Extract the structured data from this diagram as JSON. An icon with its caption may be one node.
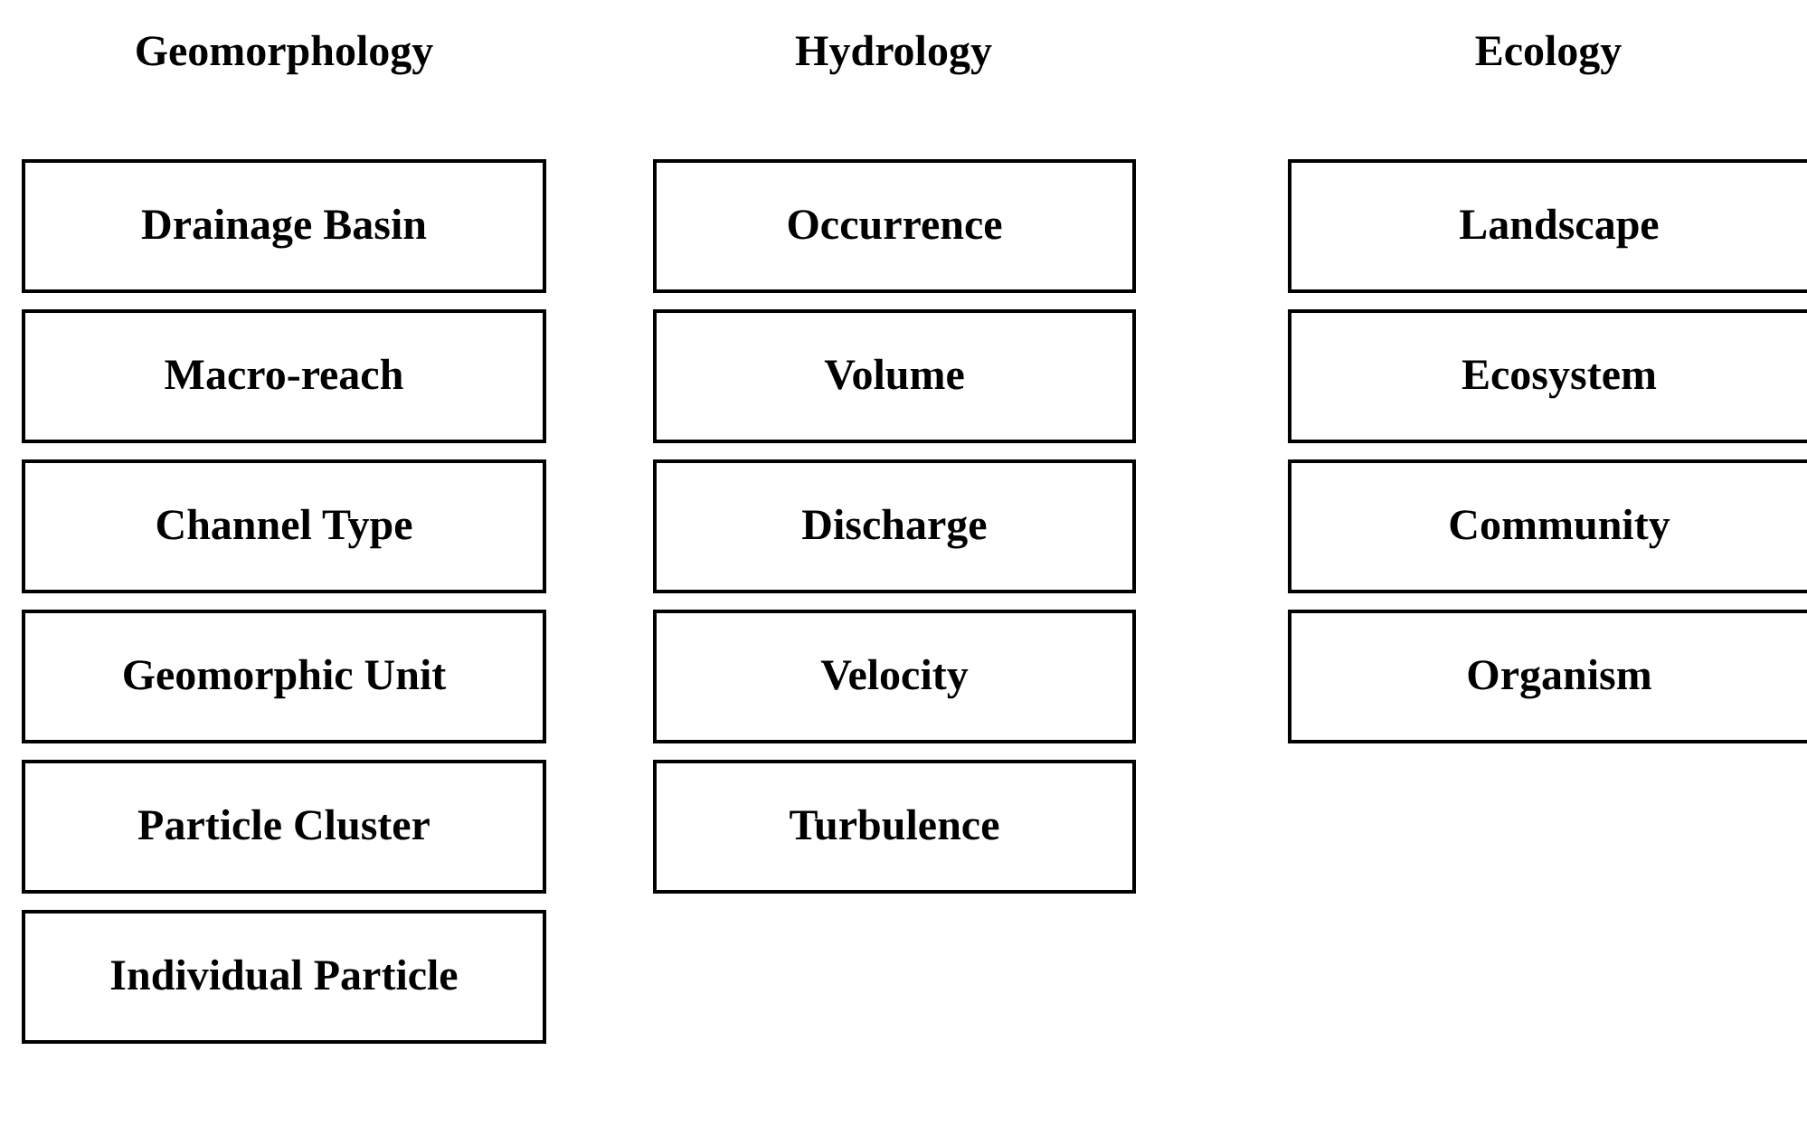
{
  "diagram": {
    "nodes": [
      {
        "text": [
          "Drainage Basin"
        ]
      },
      {
        "text": [
          "Macro-reach"
        ]
      },
      {
        "text": [
          "Channel Type"
        ]
      },
      {
        "text": [
          "Geomorphic Unit"
        ]
      },
      {
        "text": [
          "Particle Cluster"
        ]
      },
      {
        "text": [
          "Individual Particle"
        ]
      },
      {
        "text": [
          "Occurrence"
        ]
      },
      {
        "text": [
          "Volume"
        ]
      },
      {
        "text": [
          "Discharge"
        ]
      },
      {
        "text": [
          "Velocity"
        ]
      },
      {
        "text": [
          "Turbulence"
        ]
      },
      {
        "text": [
          "Landscape"
        ]
      },
      {
        "text": [
          "Ecosystem"
        ]
      },
      {
        "text": [
          "Community"
        ]
      },
      {
        "text": [
          "Organism"
        ]
      }
    ],
    "edges": [],
    "labels": [
      "Geomorphology",
      "Hydrology",
      "Ecology"
    ]
  }
}
